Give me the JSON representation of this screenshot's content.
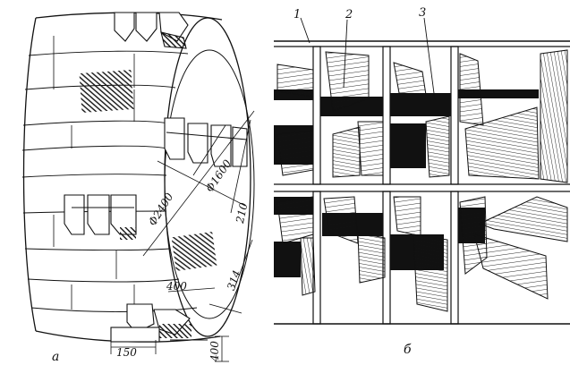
{
  "figure": {
    "panel_a": {
      "caption": "а",
      "dimensions": {
        "diam_outer": "Φ2400",
        "diam_inner": "Φ1600",
        "d210": "210",
        "d314": "314",
        "d400": "400",
        "d150": "150",
        "d400_bottom": "400"
      }
    },
    "panel_b": {
      "caption": "б",
      "callouts": [
        "1",
        "2",
        "3"
      ]
    }
  }
}
